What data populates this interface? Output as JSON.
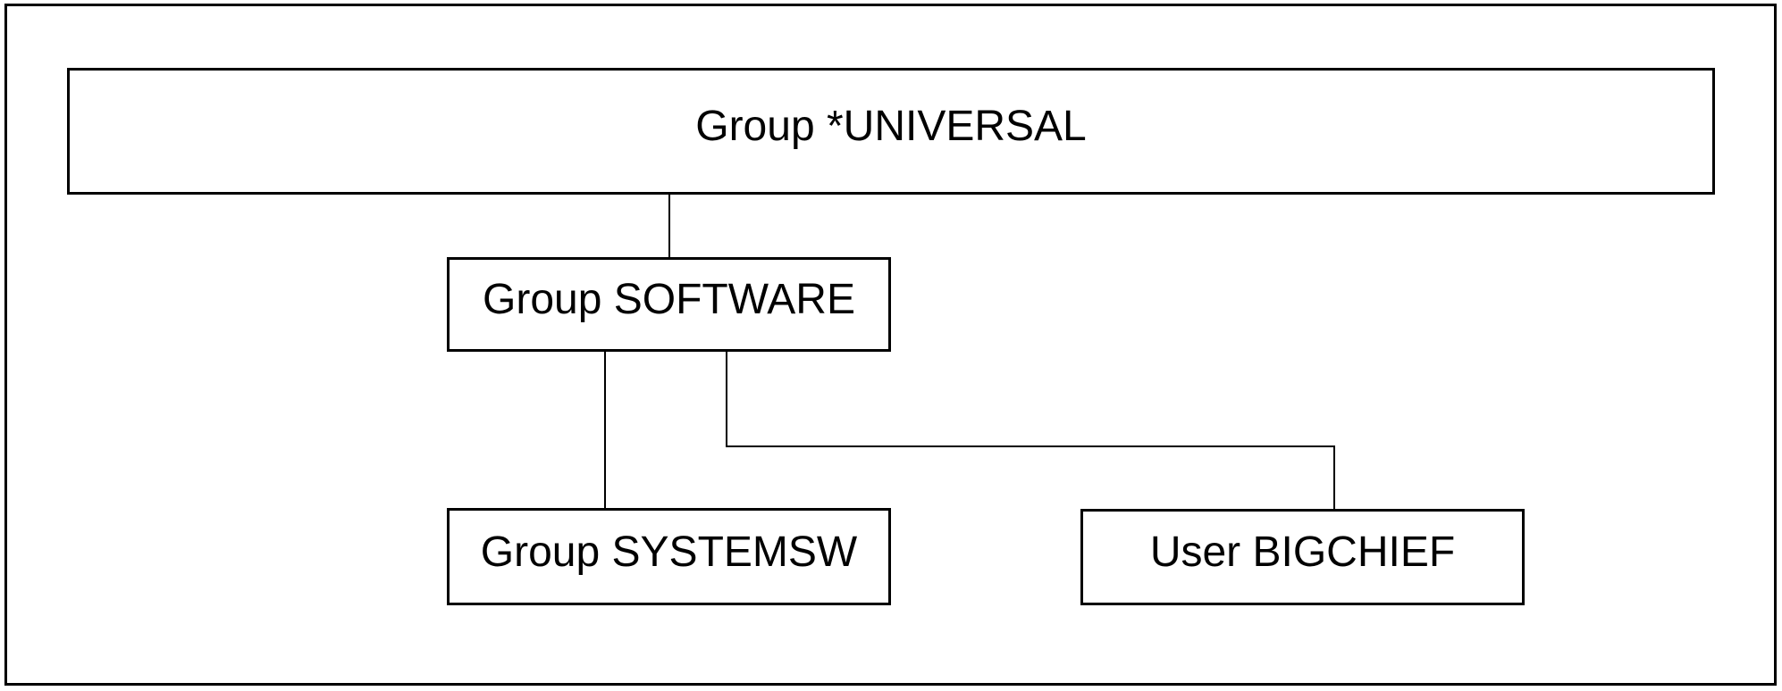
{
  "diagram": {
    "type": "hierarchy",
    "nodes": [
      {
        "id": "universal",
        "kind": "Group",
        "name": "*UNIVERSAL",
        "label": "Group *UNIVERSAL"
      },
      {
        "id": "software",
        "kind": "Group",
        "name": "SOFTWARE",
        "label": "Group SOFTWARE"
      },
      {
        "id": "systemsw",
        "kind": "Group",
        "name": "SYSTEMSW",
        "label": "Group SYSTEMSW"
      },
      {
        "id": "bigchief",
        "kind": "User",
        "name": "BIGCHIEF",
        "label": "User BIGCHIEF"
      }
    ],
    "edges": [
      {
        "from": "universal",
        "to": "software"
      },
      {
        "from": "software",
        "to": "systemsw"
      },
      {
        "from": "software",
        "to": "bigchief"
      }
    ],
    "colors": {
      "background": "#ffffff",
      "line": "#000000",
      "text": "#000000"
    }
  }
}
